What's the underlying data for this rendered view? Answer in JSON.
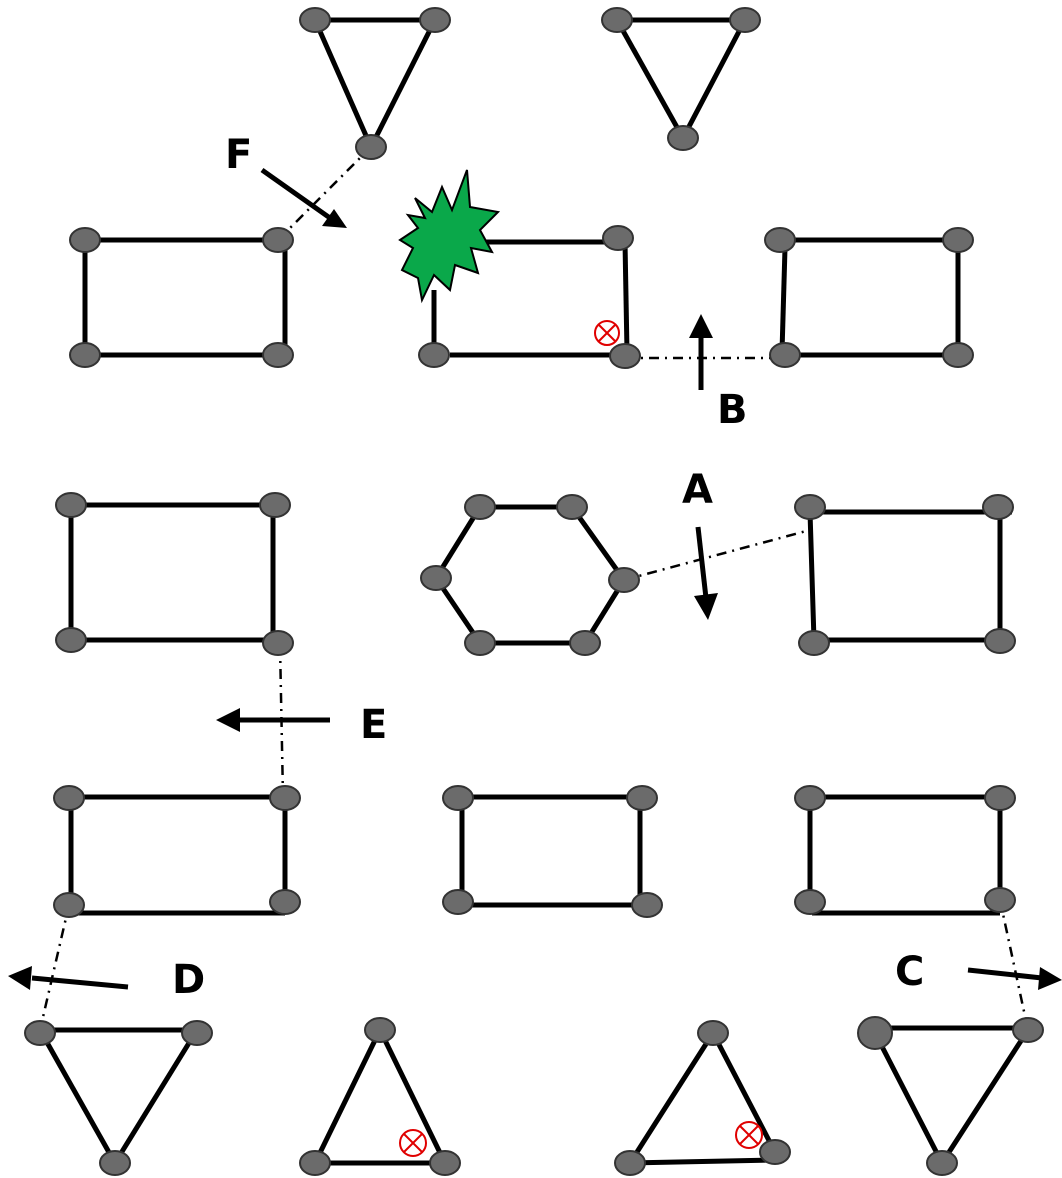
{
  "colors": {
    "node_fill": "#6b6b6b",
    "edge": "#000000",
    "burst": "#0aa84a",
    "cross_mark": "#e00000",
    "background": "#ffffff"
  },
  "labels": {
    "a": "A",
    "b": "B",
    "c": "C",
    "d": "D",
    "e": "E",
    "f": "F"
  },
  "icons": {
    "burst": "green-explosion-icon",
    "cross": "circled-x-icon",
    "arrow": "arrow-icon"
  }
}
